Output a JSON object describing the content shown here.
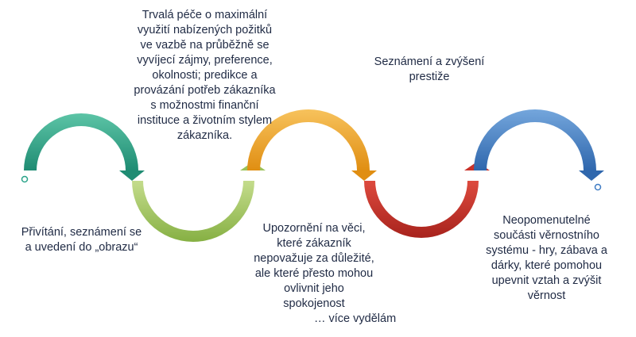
{
  "labels": {
    "step1": "Přivítání, seznámení se\na uvedení do „obrazu“",
    "step2": "Trvalá péče o maximální\nvyužití nabízených požitků\nve vazbě na průběžně se\nvyvíjecí zájmy, preference,\nokolnosti; predikce a\nprovázání potřeb zákazníka\ns možnostmi finanční\ninstituce a životním stylem\nzákazníka.",
    "step3": "Upozornění na věci,\nkteré zákazník\nnepovažuje za důležité,\nale které přesto mohou\novlivnit jeho\nspokojenost",
    "step3_tail": "… více vydělám",
    "step4": "Seznámení a zvýšení\nprestiže",
    "step5": "Neopomenutelné\nsoučásti věrnostního\nsystému - hry, zábava a\ndárky, které pomohou\nupevnit vztah a zvýšit\nvěrnost"
  },
  "colors": {
    "teal": "#2aa389",
    "green": "#9cc25a",
    "orange": "#f0a224",
    "red": "#c9322a",
    "blue": "#3f7cc4",
    "text": "#1f2a44"
  }
}
